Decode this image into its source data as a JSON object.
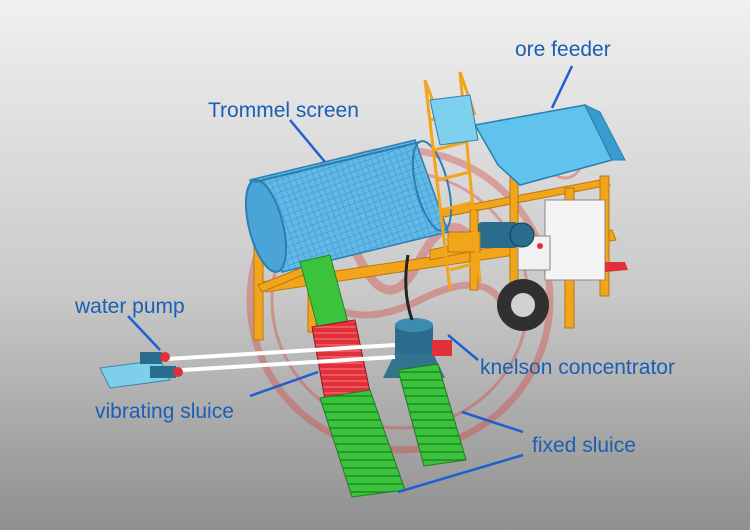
{
  "labels": {
    "trommel_screen": "Trommel screen",
    "ore_feeder": "ore feeder",
    "water_pump": "water pump",
    "vibrating_sluice": "vibrating sluice",
    "knelson_concentrator": "knelson concentrator",
    "fixed_sluice": "fixed sluice"
  },
  "colors": {
    "label_text": "#1a5fb4",
    "leader_line": "#1f5fd0",
    "frame": "#f2a51a",
    "trommel": "#5fb6e6",
    "sluice_red": "#e0303a",
    "sluice_green": "#38c23a",
    "watermark": "#d9382e",
    "background_top": "#eaeaea",
    "background_bottom": "#9a9a9a"
  }
}
